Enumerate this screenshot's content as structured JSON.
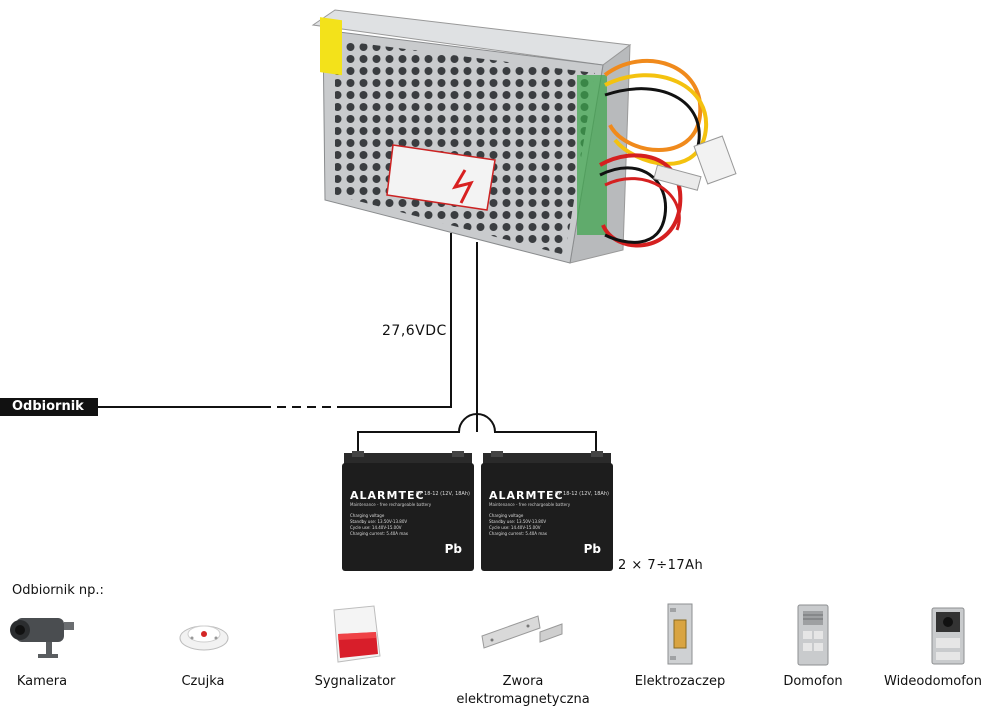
{
  "diagram": {
    "voltage_label": "27,6VDC",
    "receiver_label": "Odbiornik",
    "battery_capacity_label": "2 × 7÷17Ah",
    "battery": {
      "brand": "ALARMTEC",
      "model": "BP 18-12 (12V, 18Ah)",
      "subtitle": "Maintenance - free rechargeable battery",
      "charging_title": "Charging voltage",
      "charging_lines": [
        "Standby use: 13.50V-13.80V",
        "Cycle use: 14.40V-15.00V",
        "Charging current: 5.40A max"
      ],
      "pb": "Pb"
    }
  },
  "examples": {
    "title": "Odbiornik np.:",
    "devices": [
      {
        "label": "Kamera",
        "icon": "camera-icon"
      },
      {
        "label": "Czujka",
        "icon": "smoke-detector-icon"
      },
      {
        "label": "Sygnalizator",
        "icon": "siren-icon"
      },
      {
        "label": "Zwora elektromagnetyczna",
        "icon": "magnetic-lock-icon"
      },
      {
        "label": "Elektrozaczep",
        "icon": "electric-strike-icon"
      },
      {
        "label": "Domofon",
        "icon": "intercom-icon"
      },
      {
        "label": "Wideodomofon",
        "icon": "video-intercom-icon"
      }
    ]
  },
  "colors": {
    "wire": "#111111",
    "metal": "#c9cbcd",
    "battery": "#1d1d1d",
    "siren_red": "#d81e2a",
    "cable_red": "#d52020",
    "cable_orange": "#f08a1c",
    "cable_yellow": "#f4c20f"
  }
}
